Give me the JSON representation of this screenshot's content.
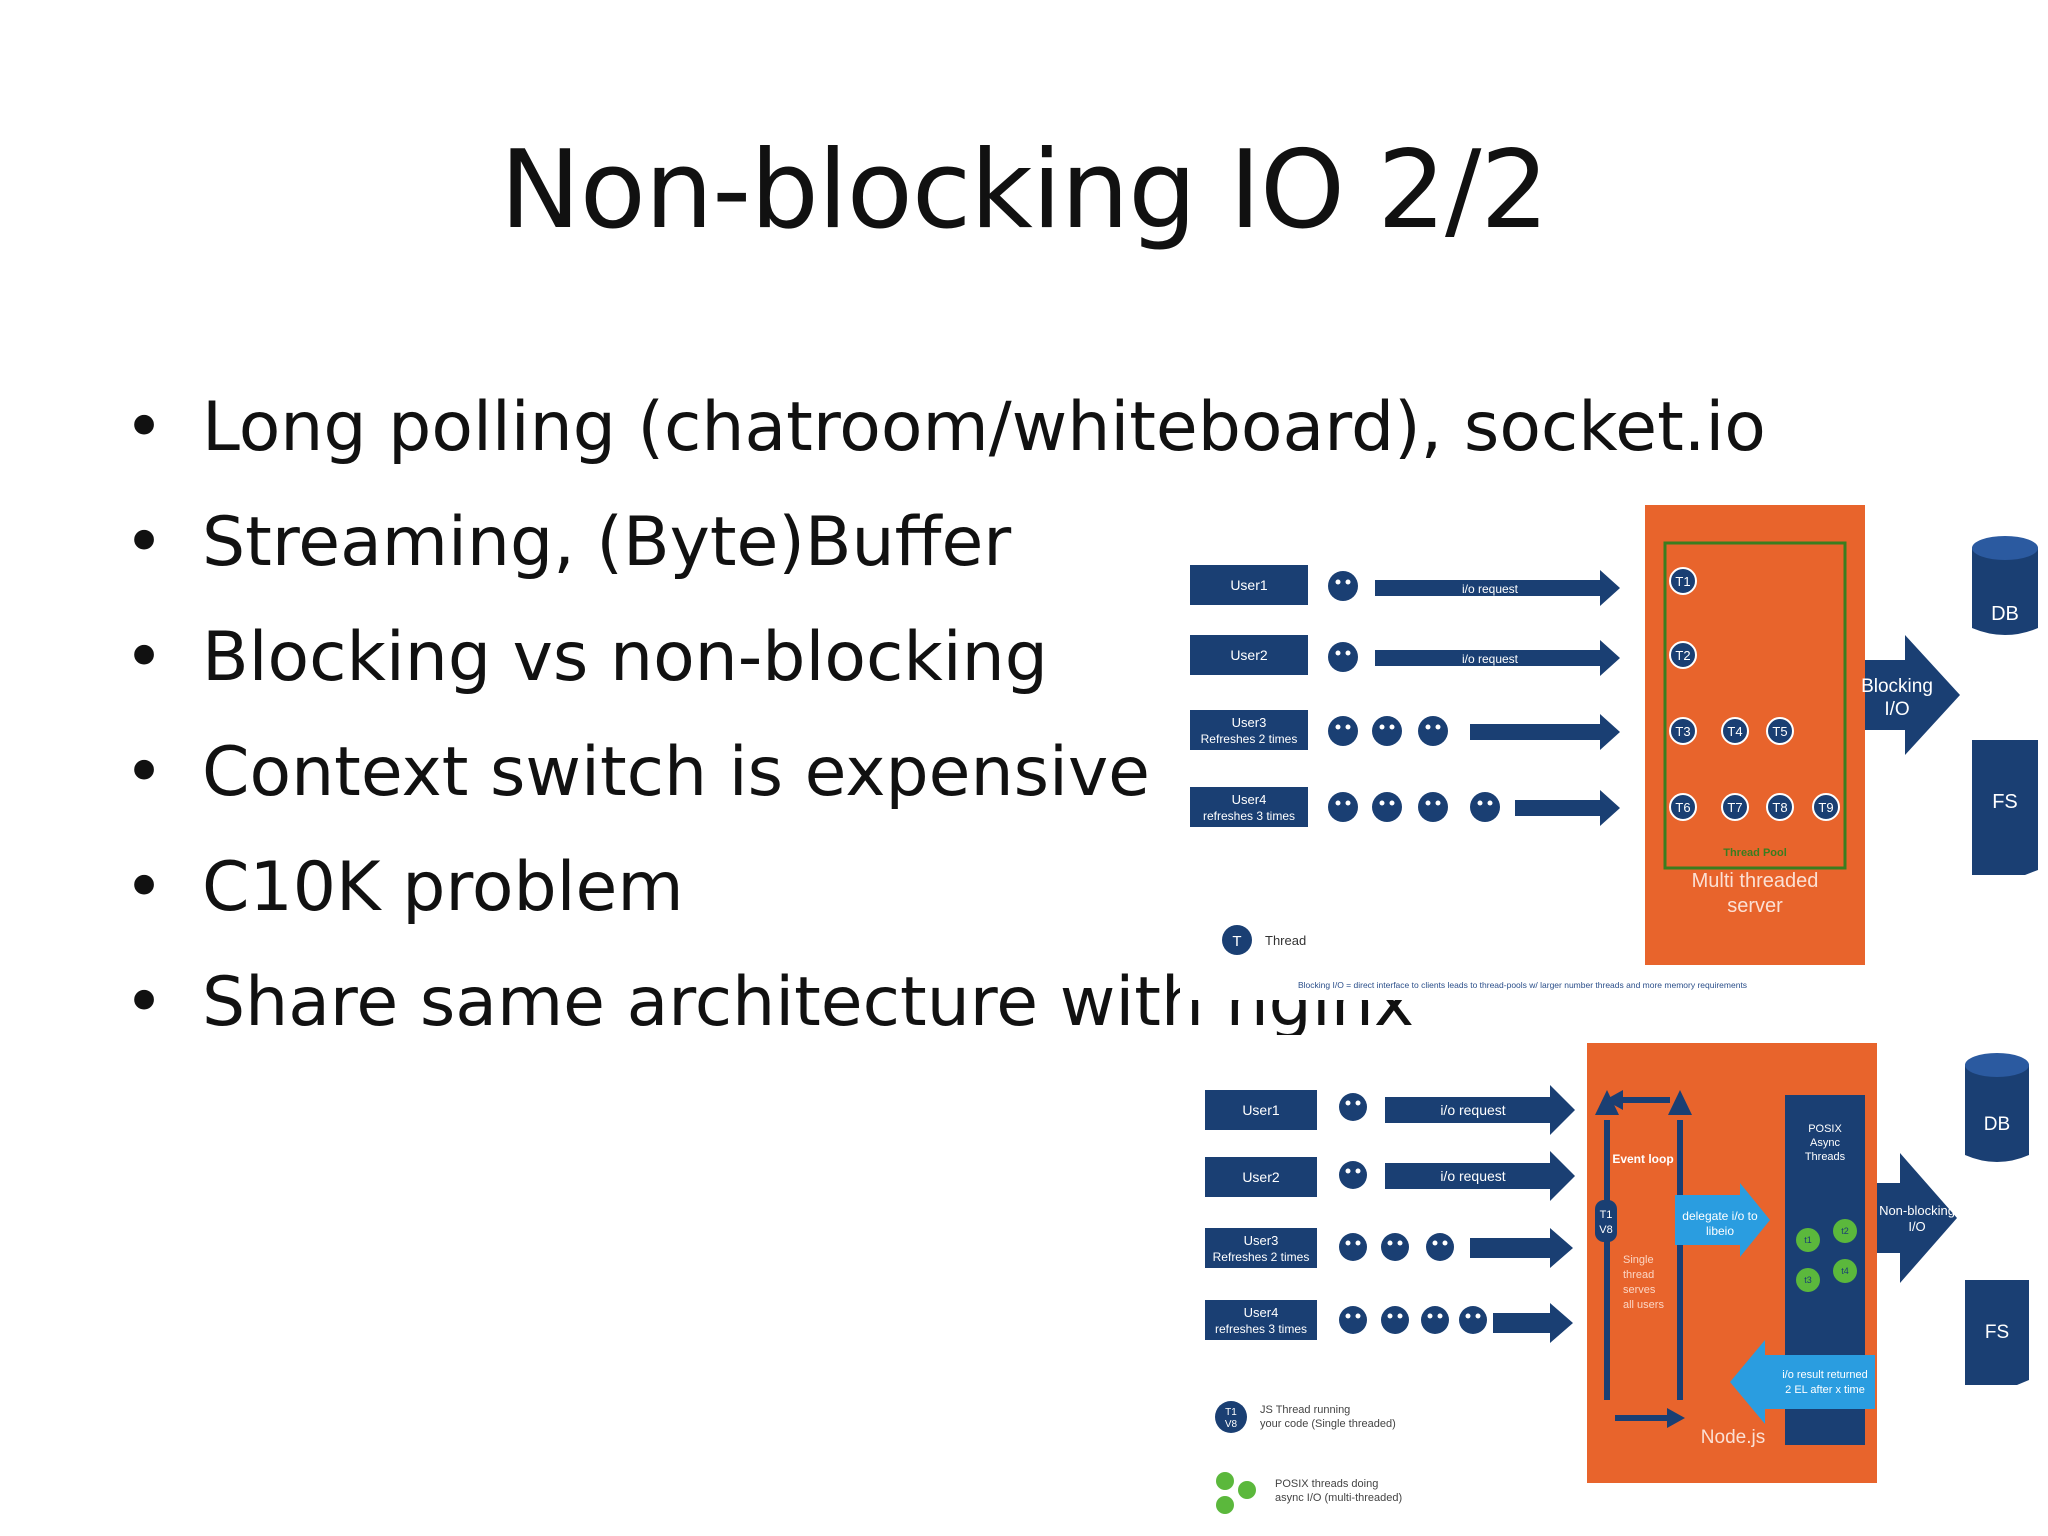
{
  "slide": {
    "title": "Non-blocking IO  2/2",
    "bullets": [
      "Long polling (chatroom/whiteboard), socket.io",
      "Streaming, (Byte)Buffer",
      "Blocking vs non-blocking",
      "Context switch is expensive",
      "C10K problem",
      "Share same architecture with nginx"
    ]
  },
  "blocking_diagram": {
    "users": [
      {
        "line1": "User1",
        "line2": ""
      },
      {
        "line1": "User2",
        "line2": ""
      },
      {
        "line1": "User3",
        "line2": "Refreshes 2 times"
      },
      {
        "line1": "User4",
        "line2": "refreshes 3 times"
      }
    ],
    "request_label": "i/o request",
    "threads": [
      "T1",
      "T2",
      "T3",
      "T4",
      "T5",
      "T6",
      "T7",
      "T8",
      "T9"
    ],
    "thread_pool_label": "Thread Pool",
    "server_label_1": "Multi threaded",
    "server_label_2": "server",
    "io_label_1": "Blocking",
    "io_label_2": "I/O",
    "db_label": "DB",
    "fs_label": "FS",
    "legend_thread": "Thread",
    "legend_thread_symbol": "T",
    "caption": "Blocking I/O = direct interface to clients leads to thread-pools w/ larger number threads and more memory requirements"
  },
  "nonblocking_diagram": {
    "users": [
      {
        "line1": "User1",
        "line2": ""
      },
      {
        "line1": "User2",
        "line2": ""
      },
      {
        "line1": "User3",
        "line2": "Refreshes 2 times"
      },
      {
        "line1": "User4",
        "line2": "refreshes 3 times"
      }
    ],
    "request_label": "i/o request",
    "event_loop_label": "Event loop",
    "js_thread": {
      "line1": "T1",
      "line2": "V8"
    },
    "single_thread_lines": [
      "Single",
      "thread",
      "serves",
      "all users"
    ],
    "delegate_label_1": "delegate i/o to",
    "delegate_label_2": "libeio",
    "posix_lines": [
      "POSIX",
      "Async",
      "Threads"
    ],
    "posix_threads": [
      "t1",
      "t2",
      "t3",
      "t4"
    ],
    "result_label_1": "i/o result returned",
    "result_label_2": "2 EL after x time",
    "node_label": "Node.js",
    "io_label_1": "Non-blocking",
    "io_label_2": "I/O",
    "db_label": "DB",
    "fs_label": "FS",
    "legend_js_1": "JS Thread running",
    "legend_js_2": "your code (Single threaded)",
    "legend_posix_1": "POSIX threads doing",
    "legend_posix_2": "async I/O (multi-threaded)"
  },
  "colors": {
    "navy": "#1a3f73",
    "orange": "#e8642c",
    "green_outline": "#3a7d1f",
    "green_thread": "#5bb83c"
  }
}
